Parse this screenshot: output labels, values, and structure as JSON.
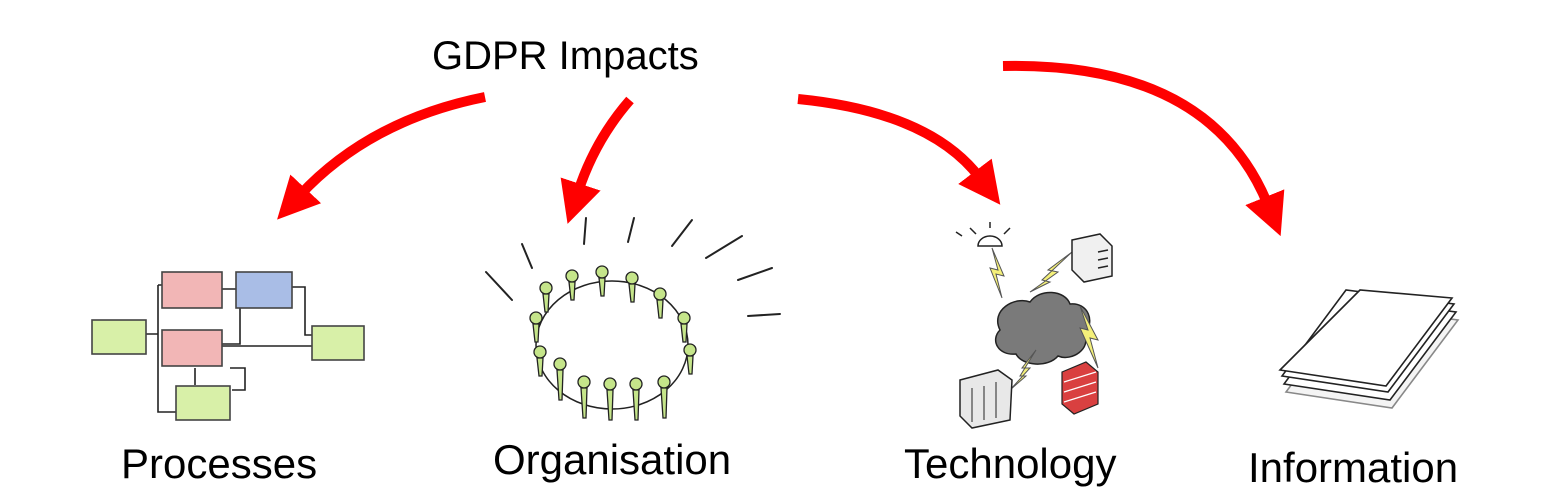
{
  "title": "GDPR Impacts",
  "colors": {
    "arrow": "#ff0000",
    "box_green": "#d8f0a8",
    "box_red": "#f2b6b6",
    "box_blue": "#a9bde6",
    "people": "#c5e58a",
    "cloud": "#7a7a7a",
    "bolt": "#f4f07a",
    "firewall": "#d94040"
  },
  "areas": [
    {
      "id": "processes",
      "label": "Processes",
      "icon": "process-flow-icon"
    },
    {
      "id": "organisation",
      "label": "Organisation",
      "icon": "people-circle-icon"
    },
    {
      "id": "technology",
      "label": "Technology",
      "icon": "network-cloud-icon"
    },
    {
      "id": "information",
      "label": "Information",
      "icon": "paper-stack-icon"
    }
  ]
}
